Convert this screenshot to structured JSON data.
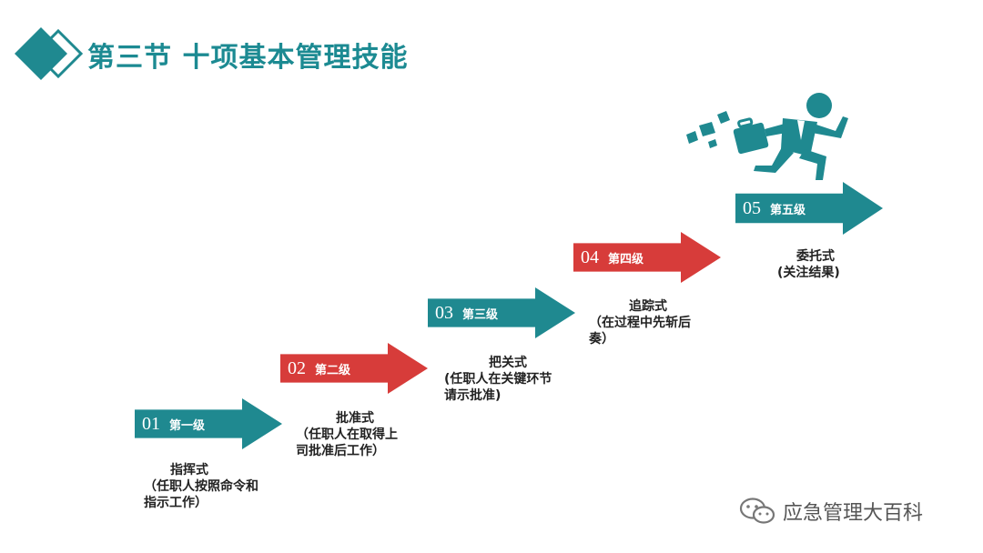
{
  "header": {
    "title": "第三节 十项基本管理技能"
  },
  "colors": {
    "teal": "#1f8990",
    "red": "#d73c3a",
    "text": "#222222"
  },
  "steps": [
    {
      "num": "01",
      "level": "第一级",
      "color": "teal",
      "desc_lines": [
        "指挥式",
        "（任职人按照命令和",
        "指示工作）"
      ]
    },
    {
      "num": "02",
      "level": "第二级",
      "color": "red",
      "desc_lines": [
        "批准式",
        "（任职人在取得上",
        "司批准后工作）"
      ]
    },
    {
      "num": "03",
      "level": "第三级",
      "color": "teal",
      "desc_lines": [
        "把关式",
        "(任职人在关键环节",
        "请示批准)"
      ]
    },
    {
      "num": "04",
      "level": "第四级",
      "color": "red",
      "desc_lines": [
        "追踪式",
        "（在过程中先斩后",
        "奏）"
      ]
    },
    {
      "num": "05",
      "level": "第五级",
      "color": "teal",
      "desc_lines": [
        "委托式",
        "(关注结果)"
      ]
    }
  ],
  "watermark": {
    "icon": "wechat-icon",
    "text": "应急管理大百科"
  }
}
